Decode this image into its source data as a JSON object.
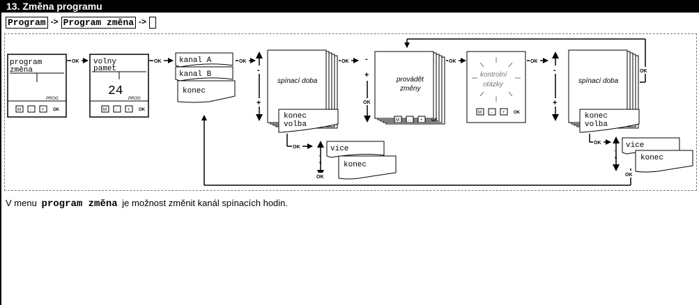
{
  "title": "13. Změna programu",
  "breadcrumb": {
    "item1": "Program",
    "sep": "->",
    "item2": "Program změna",
    "item3": ""
  },
  "diagram": {
    "ok_label": "OK",
    "screen1": {
      "line1": "program",
      "line2": "změna",
      "prog": "PROG"
    },
    "screen2": {
      "line1": "volny",
      "line2": "pamet",
      "value": "24",
      "prog": "PROG"
    },
    "keys": [
      "M",
      "-",
      "+",
      "OK"
    ],
    "channels": [
      "kanal A",
      "kanal B",
      "konec"
    ],
    "minus": "-",
    "plus": "+",
    "card1": {
      "label": "spínací doba",
      "end1": "konec",
      "end2": "volba"
    },
    "card2": {
      "line1": "provádět",
      "line2": "změny"
    },
    "card3": {
      "line1": "kontrolní",
      "line2": "otázky"
    },
    "card4": {
      "label": "spínací doba",
      "end1": "konec",
      "end2": "volba"
    },
    "sub1": {
      "item1": "vice",
      "item2": "konec"
    },
    "sub2": {
      "item1": "vice",
      "item2": "konec"
    }
  },
  "description": {
    "before": "V menu",
    "term": "program změna",
    "after": "je možnost změnit kanál spínacích hodin."
  }
}
